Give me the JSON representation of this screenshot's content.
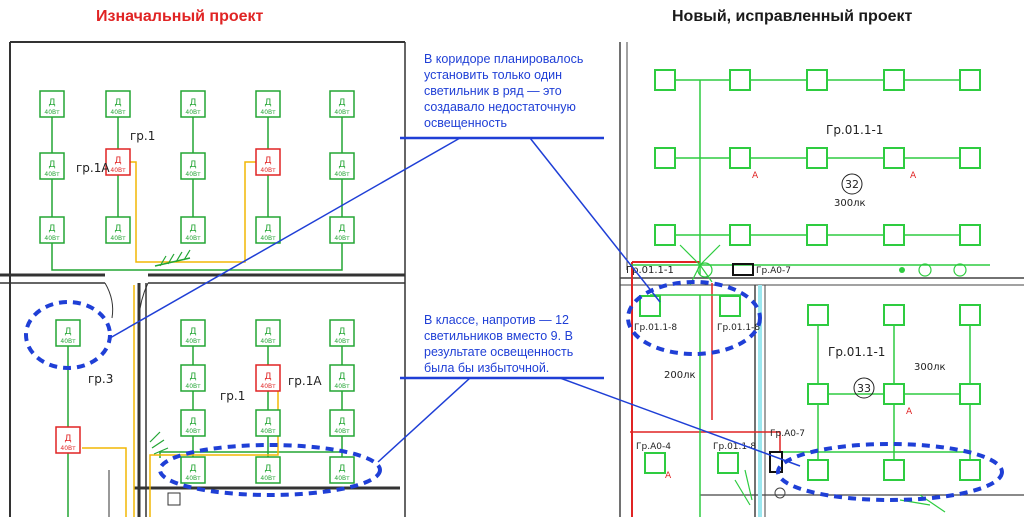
{
  "headings": {
    "left": "Изначальный проект",
    "right": "Новый, исправленный проект"
  },
  "notes": {
    "top": "В коридоре планировалось установить только один светильник в ряд — это создавало недостаточную освещенность",
    "bottom": "В классе, напротив — 12 светильников вместо 9. В результате освещенность была бы избыточной."
  },
  "left_plan": {
    "fixture_letter": "Д",
    "fixture_power": "40Вт",
    "labels": {
      "gr1_top": "гр.1",
      "gr1a_top": "гр.1А",
      "gr3": "гр.3",
      "gr1_bottom": "гр.1",
      "gr1a_bottom": "гр.1А"
    }
  },
  "right_plan": {
    "labels": {
      "gr_top": "Гр.01.1-1",
      "gr_bottom": "Гр.01.1-1",
      "room_top": "32",
      "room_bottom": "33",
      "lux_top": "300лк",
      "lux_bottom": "300лк",
      "lux_corridor": "200лк",
      "gr_corr": "Гр.01.1-1",
      "gr_ao7_top": "Гр.А0-7",
      "gr_18_a": "Гр.01.1-8",
      "gr_18_b": "Гр.01.1-8",
      "gr_18_c": "Гр.01.1-8",
      "gr_ao4": "Гр.А0-4",
      "gr_ao7_bottom": "Гр.А0-7",
      "emergency": "А"
    }
  },
  "colors": {
    "green": "#2ecc40",
    "dark_green": "#23a534",
    "red": "#e02424",
    "blue": "#1f3fd6",
    "yellow": "#f2b705",
    "cyan": "#9be7ef",
    "wall": "#333333"
  }
}
